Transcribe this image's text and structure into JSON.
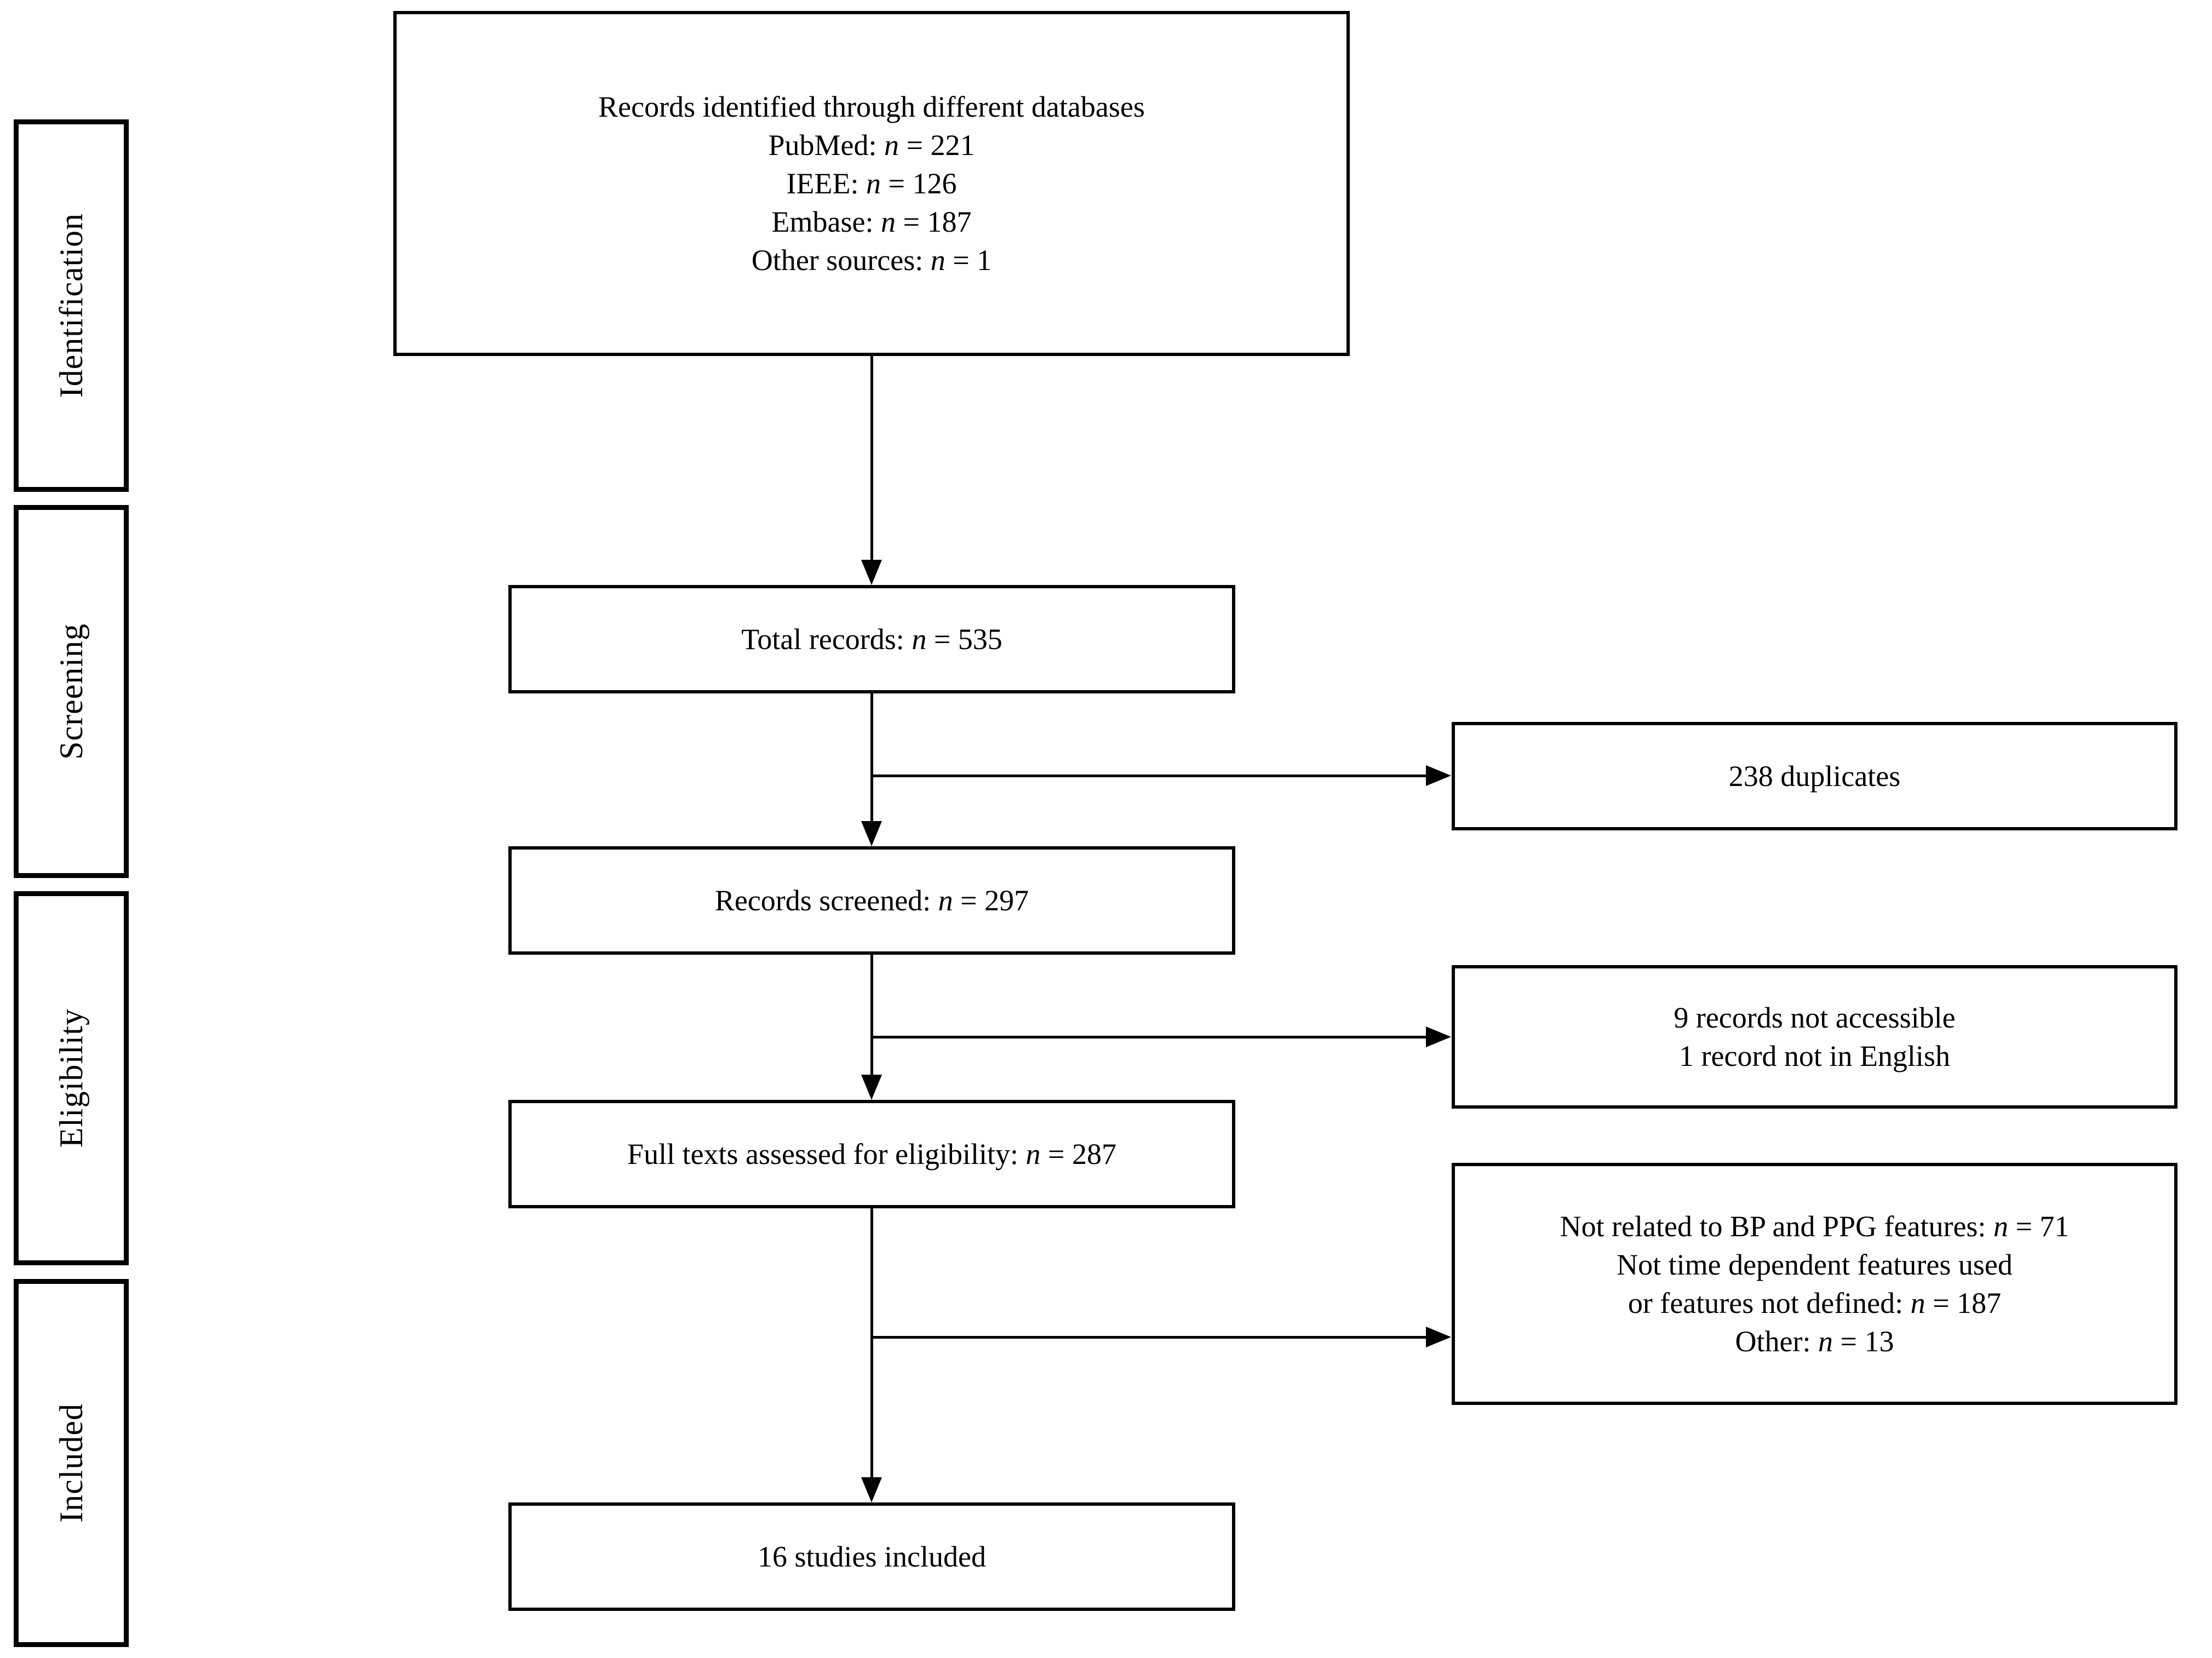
{
  "diagram": {
    "type": "prisma-flow-diagram",
    "stages": [
      {
        "id": "identification",
        "label": "Identification"
      },
      {
        "id": "screening",
        "label": "Screening"
      },
      {
        "id": "eligibility",
        "label": "Eligibility"
      },
      {
        "id": "included",
        "label": "Included"
      }
    ],
    "flow_boxes": {
      "identified": {
        "title": "Records identified through different databases",
        "l1_label": "PubMed:",
        "l1_n": "n",
        "l1_eq": "= 221",
        "l2_label": "IEEE:",
        "l2_n": "n",
        "l2_eq": "= 126",
        "l3_label": "Embase:",
        "l3_n": "n",
        "l3_eq": "= 187",
        "l4_label": "Other sources:",
        "l4_n": "n",
        "l4_eq": "= 1"
      },
      "total_records": {
        "label": "Total records:",
        "n": "n",
        "eq": "= 535"
      },
      "records_screened": {
        "label": "Records screened:",
        "n": "n",
        "eq": "= 297"
      },
      "full_texts": {
        "label": "Full texts assessed for eligibility:",
        "n": "n",
        "eq": "= 287"
      },
      "included": {
        "label": "16 studies included"
      }
    },
    "exclusion_boxes": {
      "duplicates": {
        "line1": "238 duplicates"
      },
      "not_retrieved": {
        "line1": "9 records not accessible",
        "line2": "1 record not in English"
      },
      "excluded_reasons": {
        "l1_label": "Not related to BP and PPG features:",
        "l1_n": "n",
        "l1_eq": "= 71",
        "l2_label": "Not time dependent features used",
        "l3_label": "or features not defined:",
        "l3_n": "n",
        "l3_eq": "= 187",
        "l4_label": "Other:",
        "l4_n": "n",
        "l4_eq": "= 13"
      }
    },
    "colors": {
      "stroke": "#000000",
      "fill": "#ffffff",
      "text": "#000000"
    }
  }
}
